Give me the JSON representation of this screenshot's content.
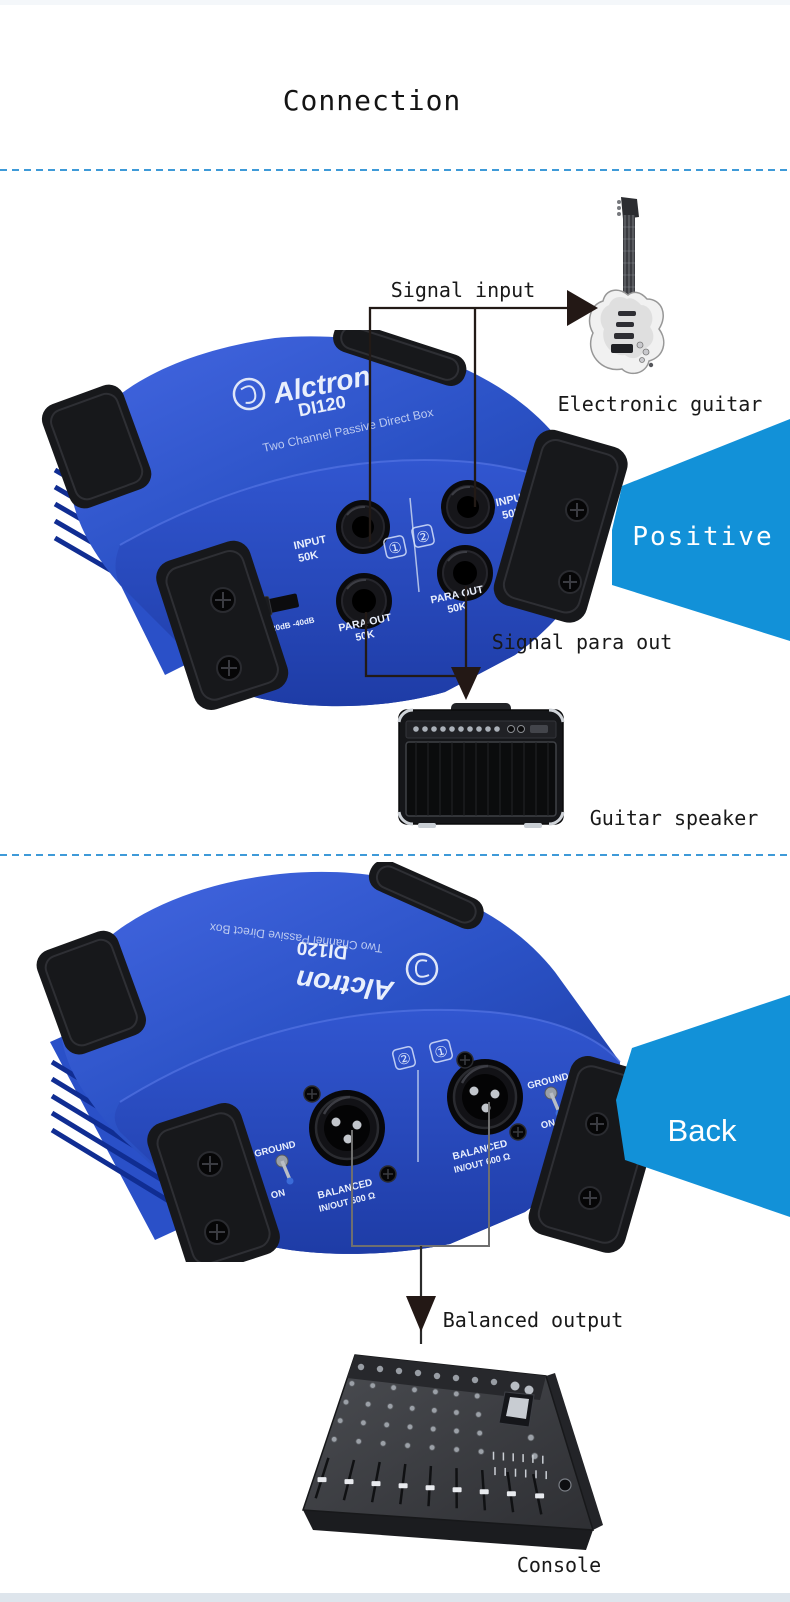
{
  "title": "Connection",
  "colors": {
    "banner_blue": "#1291d8",
    "device_blue": "#2b52c6",
    "separator_blue": "#3e9ad8"
  },
  "front_view": {
    "banner_label": "Positive",
    "signal_input_label": "Signal input",
    "guitar_label": "Electronic guitar",
    "para_out_label": "Signal para out",
    "speaker_label": "Guitar speaker"
  },
  "back_view": {
    "banner_label": "Back",
    "output_label": "Balanced output",
    "console_label": "Console"
  },
  "device": {
    "brand": "Alctron",
    "model": "DI120",
    "tagline": "Two Channel Passive Direct Box",
    "ch1_badge": "①",
    "ch2_badge": "②",
    "input_label": "INPUT",
    "input_value": "50K",
    "para_label": "PARA OUT",
    "para_value": "50K",
    "attenuation_label": "0dB -20dB -40dB",
    "ce_mark": "CE",
    "ground_label": "GROUND",
    "on_label": "ON",
    "balanced_label": "BALANCED",
    "balanced_value": "IN/OUT  600 Ω"
  }
}
